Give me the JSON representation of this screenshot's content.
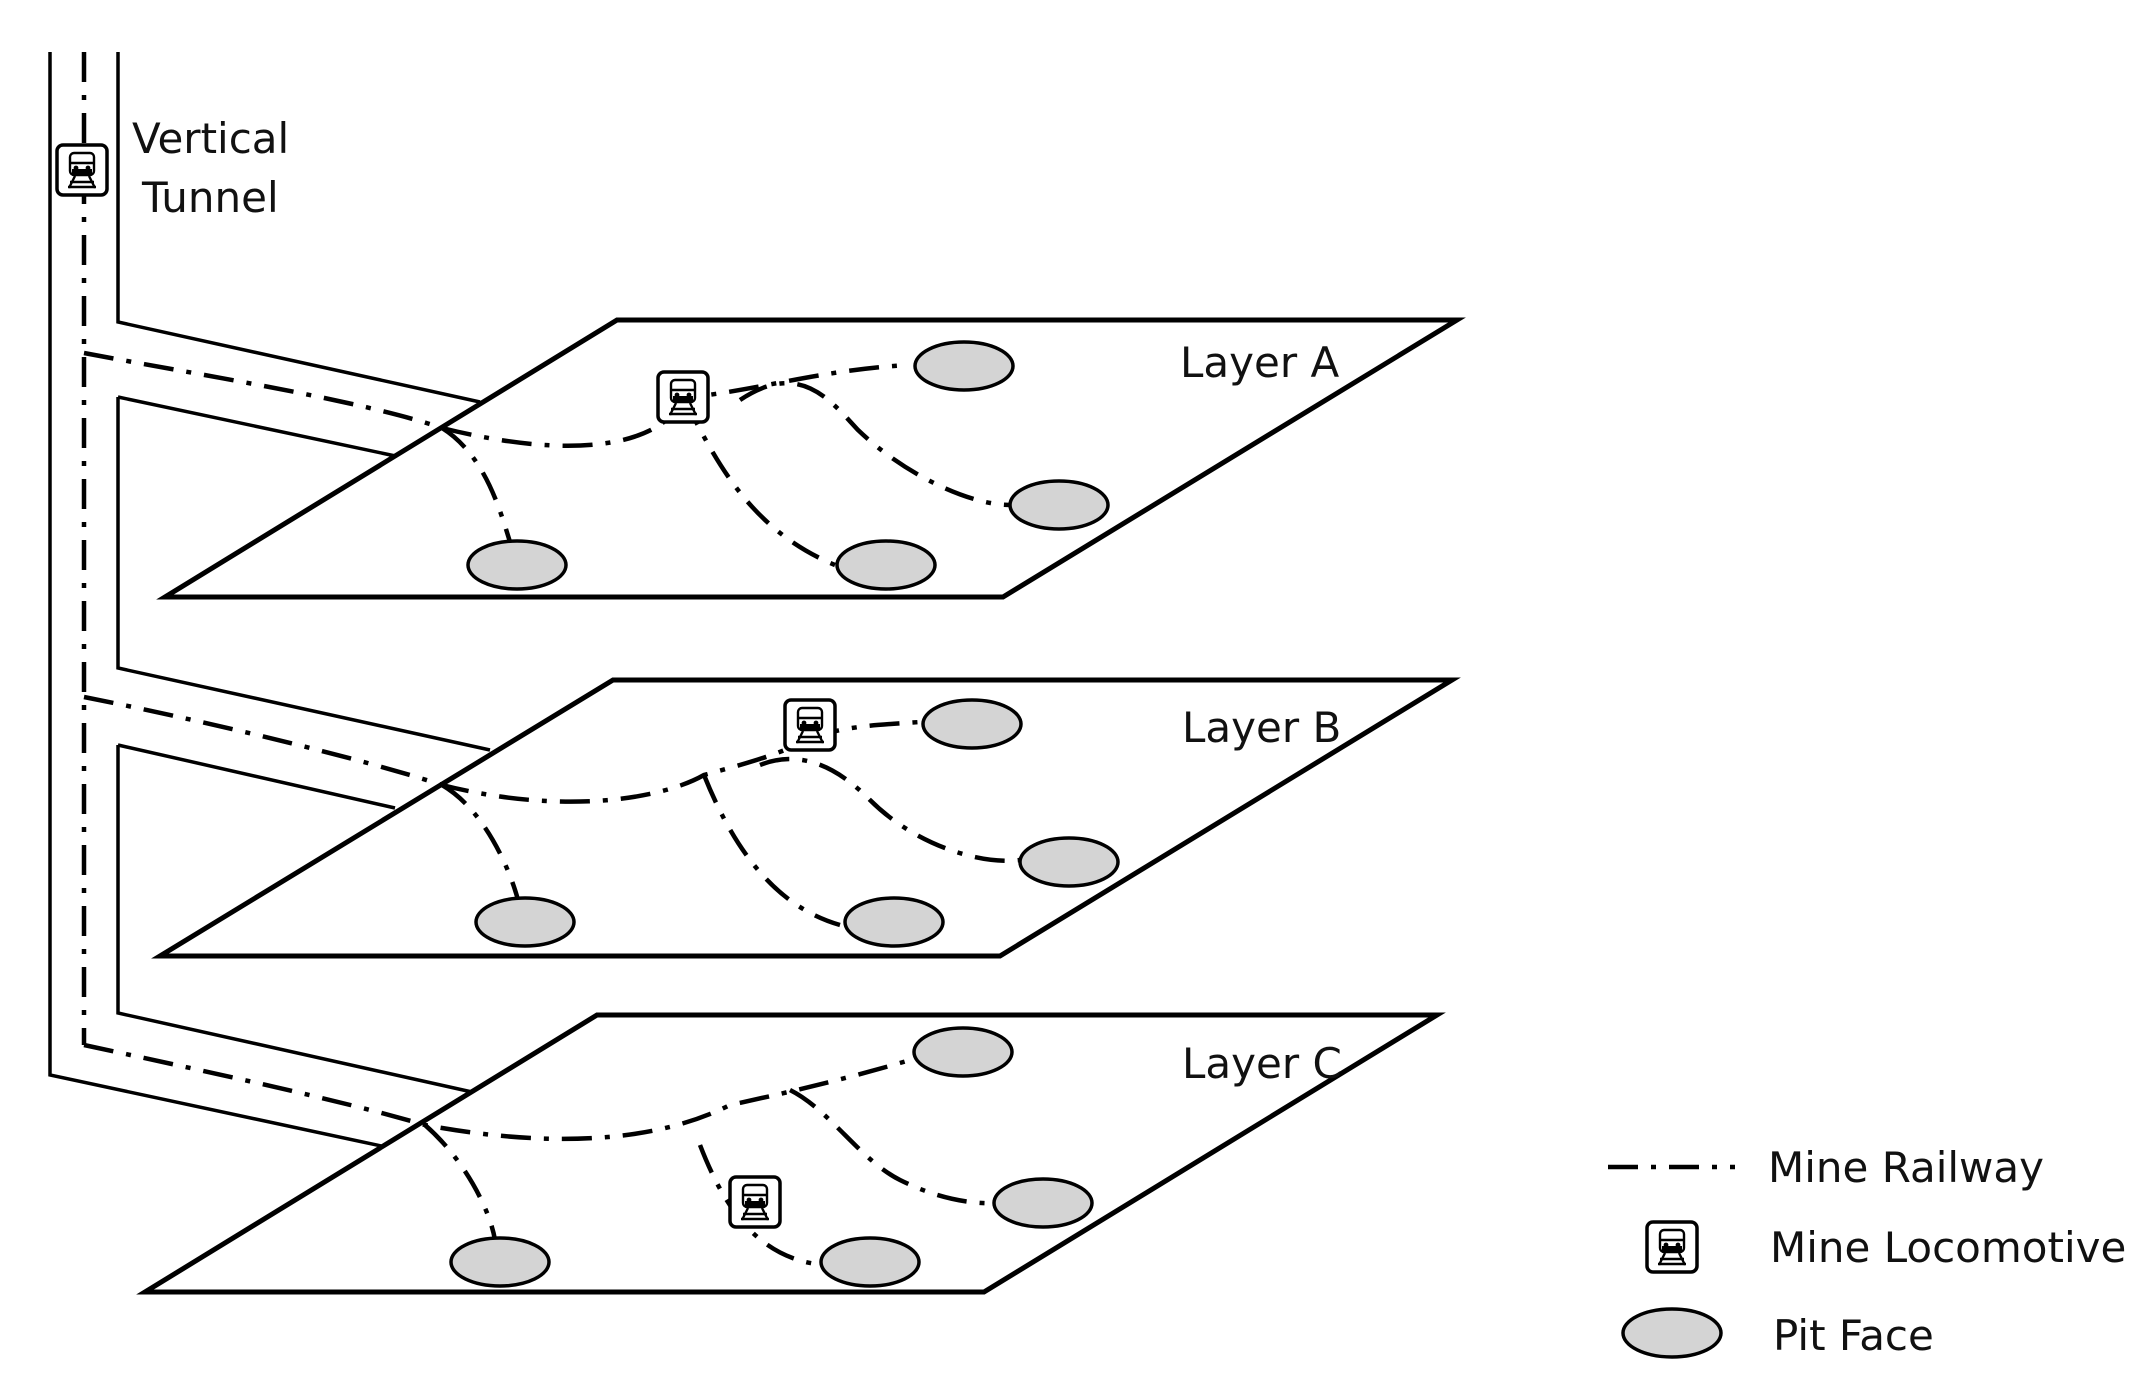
{
  "labels": {
    "vertical_tunnel_line1": "Vertical",
    "vertical_tunnel_line2": "Tunnel",
    "layer_a": "Layer A",
    "layer_b": "Layer B",
    "layer_c": "Layer C"
  },
  "legend": {
    "railway": "Mine Railway",
    "locomotive": "Mine Locomotive",
    "pit_face": "Pit Face"
  },
  "colors": {
    "pit_face_fill": "#d4d4d4",
    "stroke": "#000000",
    "background": "#ffffff"
  },
  "icons": {
    "locomotive": "train-icon",
    "pit_face": "ellipse"
  }
}
